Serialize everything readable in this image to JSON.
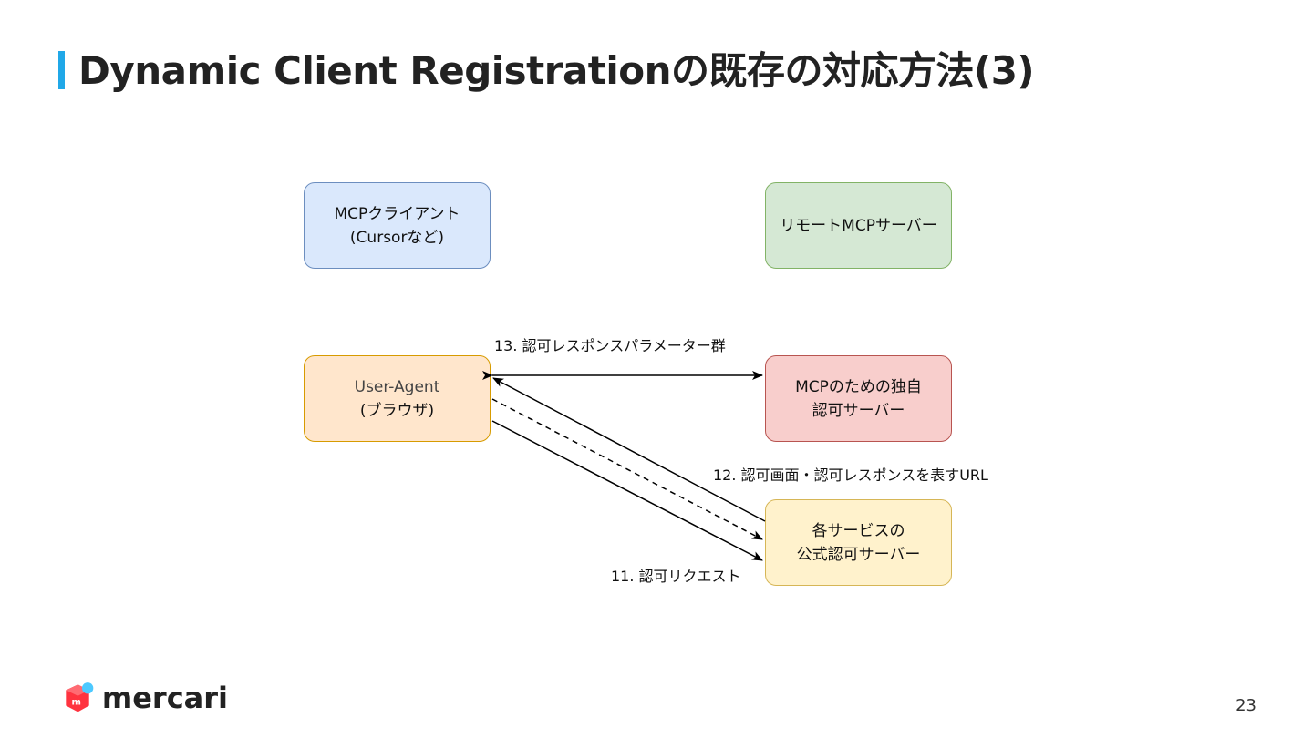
{
  "slide": {
    "title": "Dynamic Client Registrationの既存の対応方法(3)",
    "page_number": "23",
    "accent_color": "#20a8e8"
  },
  "diagram": {
    "nodes": {
      "mcp_client": {
        "line1": "MCPクライアント",
        "line2": "(Cursorなど)",
        "fill": "#dae8fc",
        "stroke": "#6c8ebf"
      },
      "remote_server": {
        "line1": "リモートMCPサーバー",
        "fill": "#d5e8d4",
        "stroke": "#82b366"
      },
      "user_agent": {
        "line1": "User-Agent",
        "line2": "(ブラウザ)",
        "fill": "#ffe6cc",
        "stroke": "#d79b00"
      },
      "mcp_auth_server": {
        "line1": "MCPのための独自",
        "line2": "認可サーバー",
        "fill": "#f8cecc",
        "stroke": "#b85450"
      },
      "service_auth_server": {
        "line1": "各サービスの",
        "line2": "公式認可サーバー",
        "fill": "#fff2cc",
        "stroke": "#d6b656"
      }
    },
    "edges": {
      "step13": "13. 認可レスポンスパラメーター群",
      "step12": "12. 認可画面・認可レスポンスを表すURL",
      "step11": "11. 認可リクエスト"
    }
  },
  "logo": {
    "text": "mercari",
    "colors": {
      "red": "#ff333f",
      "blue": "#4dc9ff"
    }
  }
}
